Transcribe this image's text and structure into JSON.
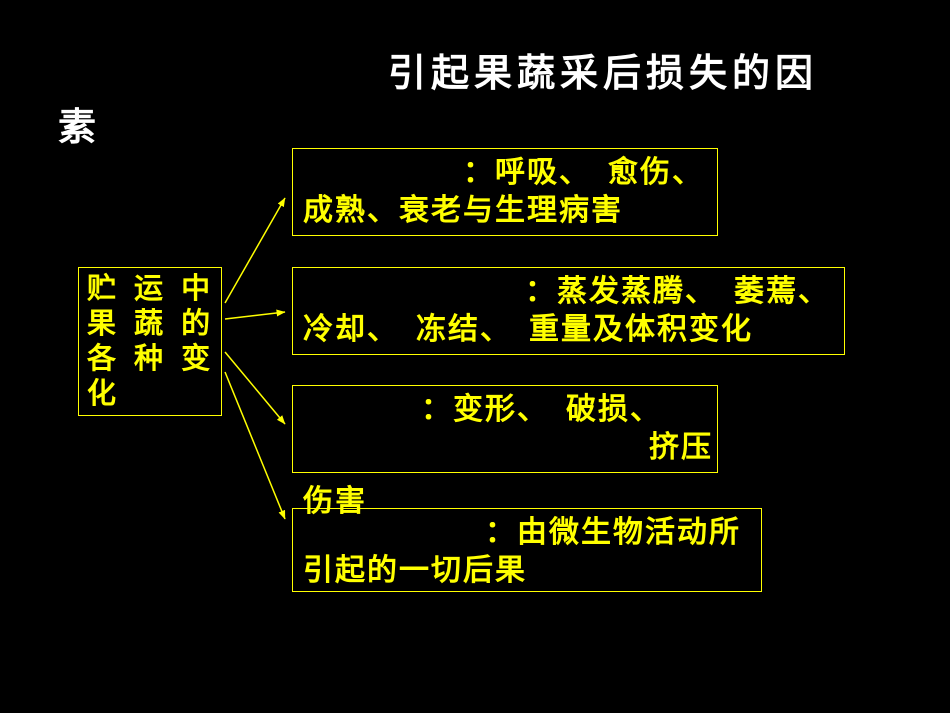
{
  "slide": {
    "title": {
      "line1": "引起果蔬采后损失的因",
      "line2": "素"
    },
    "source_box": {
      "lines": [
        "贮 运 中",
        "果 蔬 的",
        "各 种 变",
        "化"
      ]
    },
    "branches": [
      {
        "line1": "：呼吸、　愈伤、",
        "line2": "成熟、衰老与生理病害"
      },
      {
        "line1": "：蒸发蒸腾、　萎蔫、",
        "line2": "冷却、　冻结、　重量及体积变化"
      },
      {
        "line1": "：变形、　破损、",
        "line2": "挤压",
        "overflow_text": "伤害"
      },
      {
        "line1": "：由微生物活动所",
        "line2": "引起的一切后果"
      }
    ],
    "colors": {
      "background": "#000000",
      "title_text": "#ffffff",
      "body_text": "#ffff00",
      "box_border": "#ffff00",
      "arrow": "#ffff00"
    }
  }
}
